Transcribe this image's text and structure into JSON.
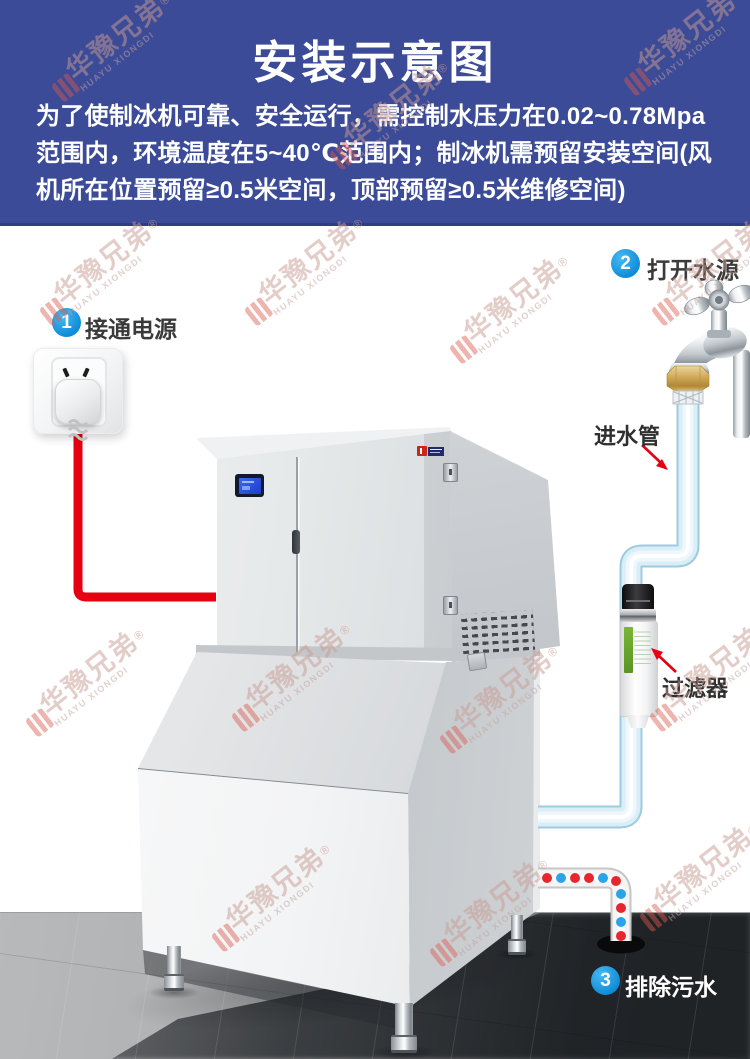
{
  "header": {
    "title": "安装示意图",
    "description_lines": [
      "为了使制冰机可靠、安全运行，需控制水压力在0.02~0.78Mpa",
      "范围内，环境温度在5~40℃范围内；制冰机需预留安装空间(风",
      "机所在位置预留≥0.5米空间，顶部预留≥0.5米维修空间)"
    ]
  },
  "steps": [
    {
      "number": "1",
      "label": "接通电源"
    },
    {
      "number": "2",
      "label": "打开水源"
    },
    {
      "number": "3",
      "label": "排除污水"
    }
  ],
  "labels": {
    "inlet_pipe": "进水管",
    "filter": "过滤器"
  },
  "watermark": {
    "cn": "华豫兄弟",
    "en": "HUAYU XIONGDI",
    "reg": "®"
  },
  "colors": {
    "header_bg": "#3c4b97",
    "step_badge": "#1598e0",
    "power_cord_red": "#e50012",
    "inlet_pipe_blue": "#d9eef7",
    "drain_dot_red": "#e8262d",
    "drain_dot_blue": "#2aa3e8"
  }
}
